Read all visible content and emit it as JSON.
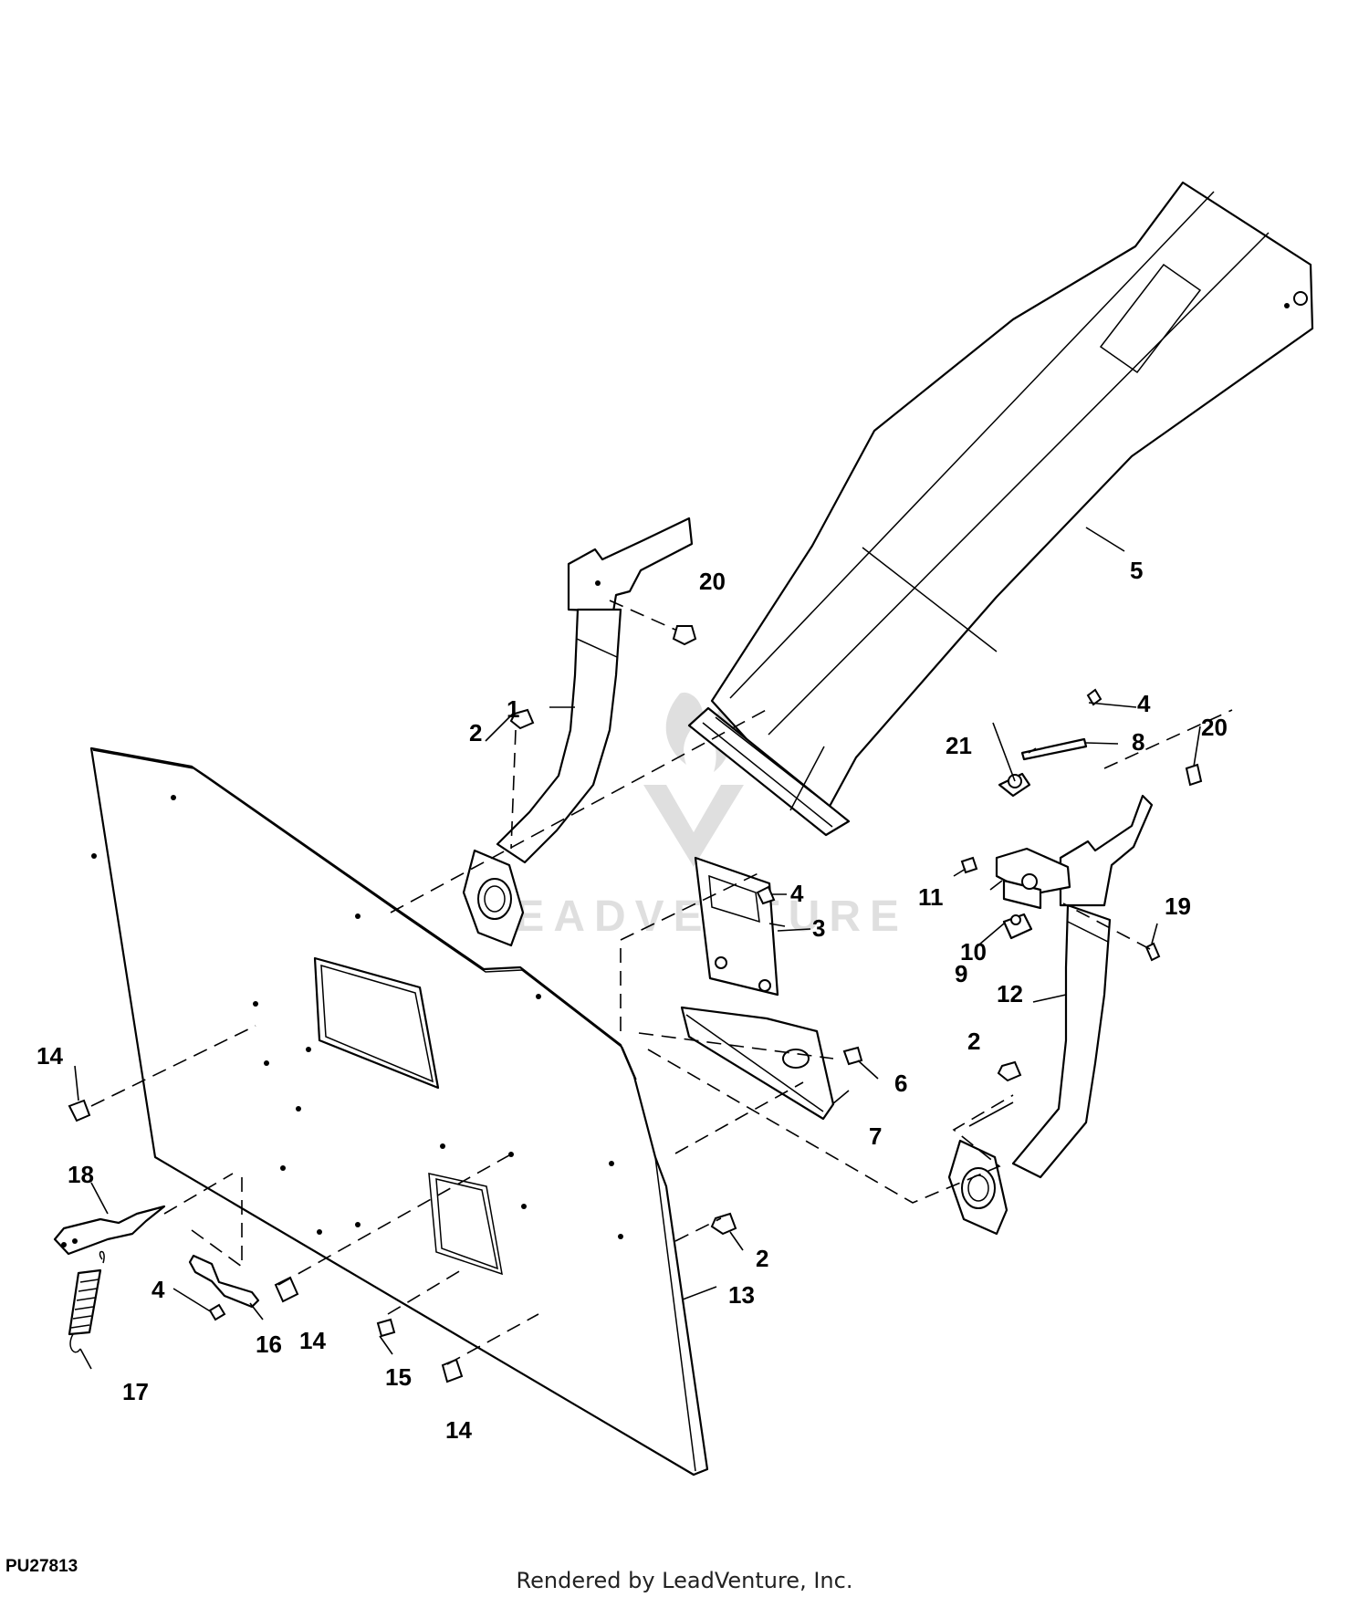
{
  "diagram_id": "PU27813",
  "credit": "Rendered by LeadVenture, Inc.",
  "watermark": "LEADVENTURE",
  "callouts": {
    "c1": "1",
    "c2a": "2",
    "c2b": "2",
    "c2c": "2",
    "c3": "3",
    "c4a": "4",
    "c4b": "4",
    "c4c": "4",
    "c5": "5",
    "c6": "6",
    "c7": "7",
    "c8": "8",
    "c9": "9",
    "c10": "10",
    "c11": "11",
    "c12": "12",
    "c13": "13",
    "c14a": "14",
    "c14b": "14",
    "c14c": "14",
    "c15": "15",
    "c16": "16",
    "c17": "17",
    "c18": "18",
    "c19": "19",
    "c20a": "20",
    "c20b": "20",
    "c21": "21"
  }
}
